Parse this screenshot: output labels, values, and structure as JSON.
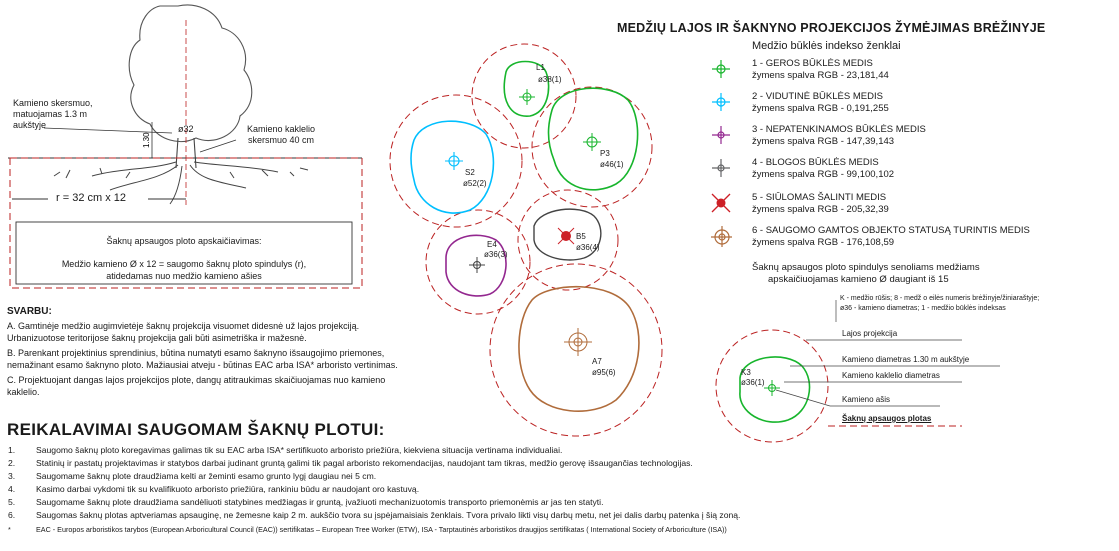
{
  "title": "MEDŽIŲ LAJOS IR ŠAKNYNO PROJEKCIJOS ŽYMĖJIMAS BRĖŽINYJE",
  "tree_sketch": {
    "trunk_label": "Kamieno skersmuo, matuojamas 1.3 m aukštyje",
    "collar_label": "Kamieno kaklelio skersmuo 40 cm",
    "trunk_value": "ø32",
    "height_label": "1.30",
    "radius_label": "r = 32 cm x 12",
    "calc_title": "Šaknų apsaugos ploto apskaičiavimas:",
    "calc_line1": "Medžio kamieno Ø x 12 = saugomo šaknų ploto spindulys (r),",
    "calc_line2": "atidedamas nuo medžio kamieno ašies"
  },
  "important": {
    "heading": "SVARBU:",
    "a1": "A. Gamtinėje medžio augimvietėje šaknų projekcija visuomet didesnė už lajos projekciją.",
    "a2": "Urbanizuotose teritorijose šaknų projekcija gali būti asimetriška ir mažesnė.",
    "b1": "B. Parenkant projektinius sprendinius, būtina numatyti esamo šaknyno išsaugojimo priemones,",
    "b2": "nemažinant esamo šaknyno ploto. Mažiausiai atveju - būtinas EAC arba ISA* arboristo vertinimas.",
    "c1": "C. Projektuojant dangas lajos projekcijos plote, dangų atitraukimas skaičiuojamas nuo kamieno",
    "c2": "kaklelio."
  },
  "legend": {
    "heading": "Medžio būklės indekso ženklai",
    "items": [
      {
        "line1": "1 - GEROS BŪKLĖS MEDIS",
        "line2": "žymens spalva RGB - 23,181,44",
        "color": "#17b52c"
      },
      {
        "line1": "2 - VIDUTINĖ BŪKLĖS MEDIS",
        "line2": "žymens spalva RGB -  0,191,255",
        "color": "#00bfff"
      },
      {
        "line1": "3 - NEPATENKINAMOS BŪKLĖS MEDIS",
        "line2": "žymens spalva RGB -  147,39,143",
        "color": "#93278f"
      },
      {
        "line1": "4 - BLOGOS BŪKLĖS MEDIS",
        "line2": "žymens spalva RGB - 99,100,102",
        "color": "#636466"
      },
      {
        "line1": "5 - SIŪLOMAS ŠALINTI MEDIS",
        "line2": "žymens spalva RGB - 205,32,39",
        "color": "#cd2027"
      },
      {
        "line1": "6 - SAUGOMO GAMTOS OBJEKTO STATUSĄ TURINTIS MEDIS",
        "line2": "žymens spalva RGB - 176,108,59",
        "color": "#b06c3b"
      }
    ],
    "note1": "Šaknų apsaugos ploto spindulys senoliams medžiams",
    "note2": "apskaičiuojamas kamieno Ø daugiant iš 15"
  },
  "trees": [
    {
      "id": "L1",
      "dia": "ø38(1)"
    },
    {
      "id": "P3",
      "dia": "ø46(1)"
    },
    {
      "id": "S2",
      "dia": "ø52(2)"
    },
    {
      "id": "B5",
      "dia": "ø36(4)"
    },
    {
      "id": "E4",
      "dia": "ø36(3)"
    },
    {
      "id": "A7",
      "dia": "ø95(6)"
    }
  ],
  "key": {
    "top_note1": "K - medžio rūšis; 8 - medž o eilės numeris brėžinyje/žiniaraštyje;",
    "top_note2": "ø36 - kamieno diametras; 1 - medžio būklės indeksas",
    "tree_id": "K3",
    "tree_dia": "ø36(1)",
    "crown": "Lajos projekcija",
    "diameter": "Kamieno diametras 1.30 m aukštyje",
    "collar": "Kamieno kaklelio diametras",
    "axis": "Kamieno ašis",
    "root": "Šaknų apsaugos plotas"
  },
  "requirements": {
    "heading": "REIKALAVIMAI SAUGOMAM ŠAKNŲ PLOTUI:",
    "items": [
      {
        "n": "1.",
        "text": "Saugomo šaknų ploto koregavimas galimas tik su EAC arba ISA* sertifikuoto arboristo priežiūra, kiekviena situacija vertinama individualiai."
      },
      {
        "n": "2.",
        "text": "Statinių ir pastatų projektavimas ir statybos darbai  judinant gruntą galimi tik pagal arboristo rekomendacijas, naudojant tam tikras, medžio gerovę išsaugančias technologijas."
      },
      {
        "n": "3.",
        "text": "Saugomame šaknų plote draudžiama kelti ar žeminti esamo grunto lygį daugiau nei 5 cm."
      },
      {
        "n": "4.",
        "text": "Kasimo darbai vykdomi tik su kvalifikuoto arboristo priežiūra, rankiniu būdu ar naudojant oro kastuvą."
      },
      {
        "n": "5.",
        "text": "Saugomame šaknų plote draudžiama sandėliuoti statybines medžiagas ir gruntą, įvažiuoti mechanizuotomis transporto priemonėmis ar jas ten statyti."
      },
      {
        "n": "6.",
        "text": "Saugomas šaknų plotas aptveriamas apsauginę, ne žemesne kaip 2 m. aukščio tvora su įspėjamaisiais ženklais. Tvora privalo likti visų darbų metu, net jei dalis darbų patenka į šią zoną."
      },
      {
        "n": "*",
        "text": "EAC - Europos arboristikos tarybos (European Arboricultural Council (EAC)) sertifikatas – European Tree Worker (ETW), ISA - Tarptautinės arboristikos draugijos sertifikatas ( International Society of Arboriculture (ISA))"
      }
    ]
  }
}
